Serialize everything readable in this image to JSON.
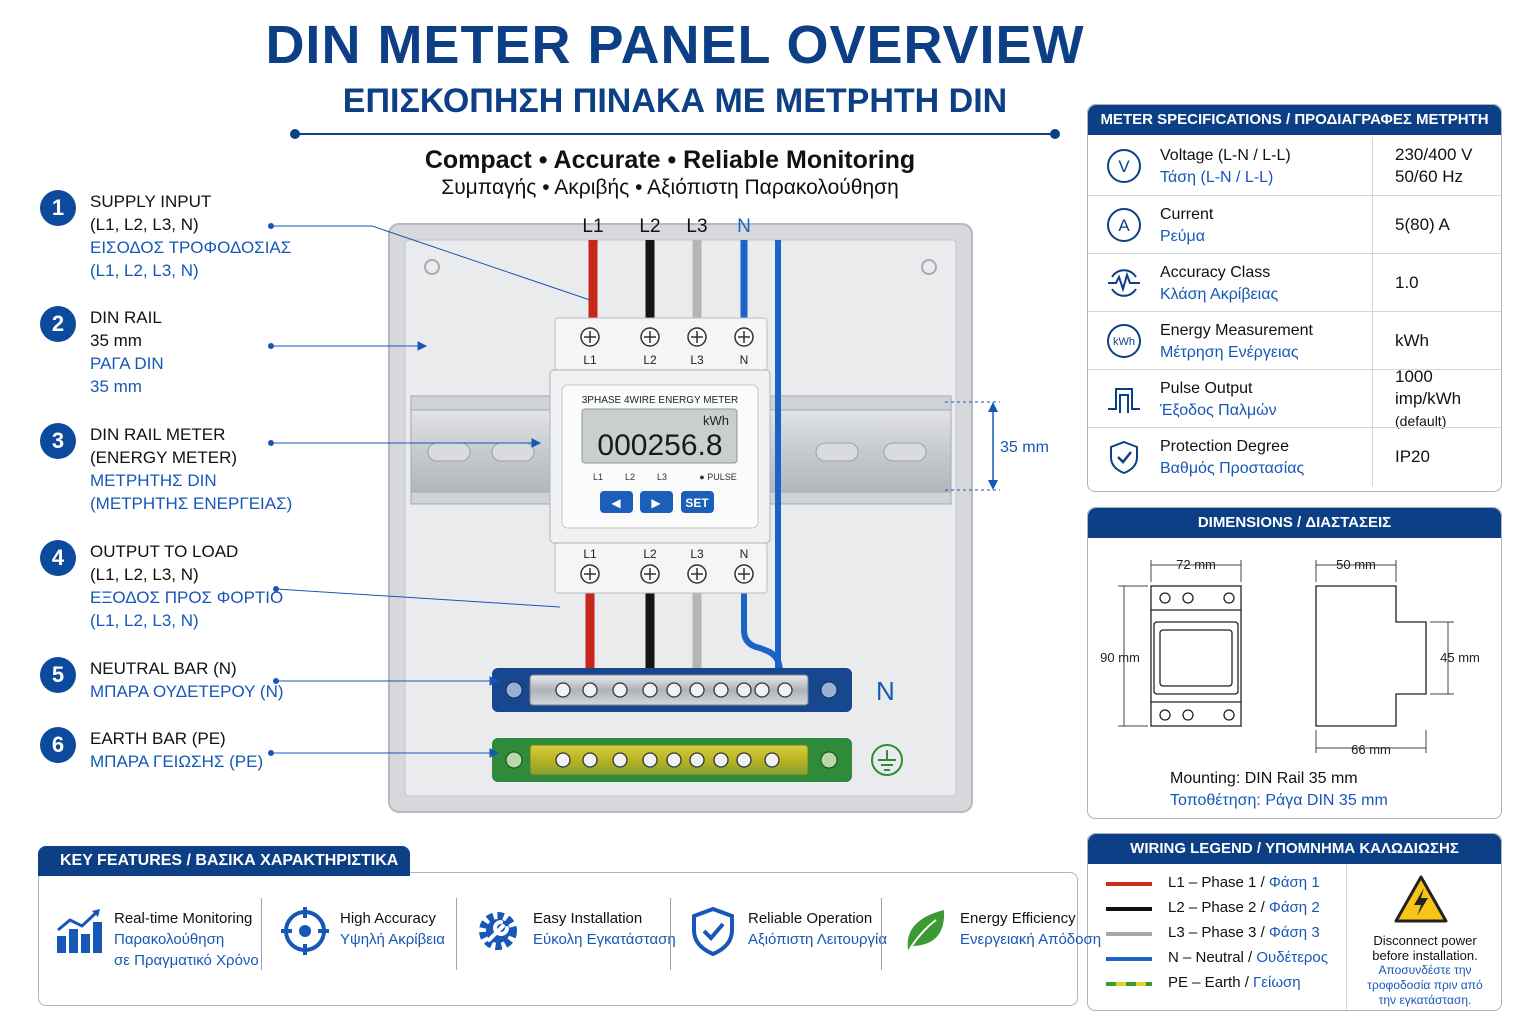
{
  "title": "DIN METER PANEL OVERVIEW",
  "subtitle": "ΕΠΙΣΚΟΠΗΣΗ ΠΙΝΑΚΑ ΜΕ ΜΕΤΡΗΤΗ DIN",
  "tagline": "Compact • Accurate • Reliable Monitoring",
  "tagline_gr": "Συμπαγής • Ακριβής • Αξιόπιστη Παρακολούθηση",
  "callouts": [
    {
      "num": "1",
      "en1": "SUPPLY INPUT",
      "en2": "(L1, L2, L3, N)",
      "gr1": "ΕΙΣΟΔΟΣ ΤΡΟΦΟΔΟΣΙΑΣ",
      "gr2": "(L1, L2, L3, N)"
    },
    {
      "num": "2",
      "en1": "DIN RAIL",
      "en2": "35 mm",
      "gr1": "ΡΑΓΑ DIN",
      "gr2": "35 mm"
    },
    {
      "num": "3",
      "en1": "DIN RAIL METER",
      "en2": "(ENERGY METER)",
      "gr1": "ΜΕΤΡΗΤΗΣ DIN",
      "gr2": "(ΜΕΤΡΗΤΗΣ ΕΝΕΡΓΕΙΑΣ)"
    },
    {
      "num": "4",
      "en1": "OUTPUT TO LOAD",
      "en2": "(L1, L2, L3, N)",
      "gr1": "ΕΞΟΔΟΣ ΠΡΟΣ ΦΟΡΤΙΟ",
      "gr2": "(L1, L2, L3, N)"
    },
    {
      "num": "5",
      "en1": "NEUTRAL BAR (N)",
      "gr1": "ΜΠΑΡΑ ΟΥΔΕΤΕΡΟΥ (N)"
    },
    {
      "num": "6",
      "en1": "EARTH BAR (PE)",
      "gr1": "ΜΠΑΡΑ ΓΕΙΩΣΗΣ (PE)"
    }
  ],
  "panel": {
    "wire_labels": [
      "L1",
      "L2",
      "L3",
      "N"
    ],
    "terminal_labels": [
      "L1",
      "L2",
      "L3",
      "N"
    ],
    "meter_title": "3PHASE 4WIRE ENERGY METER",
    "meter_unit": "kWh",
    "meter_reading": "000256.8",
    "meter_indicators": [
      "L1",
      "L2",
      "L3",
      "● PULSE"
    ],
    "btn_left": "◀",
    "btn_right": "▶",
    "btn_set": "SET",
    "rail_dim": "35 mm",
    "neutral_mark": "N"
  },
  "specs": {
    "header": "METER SPECIFICATIONS / ΠΡΟΔΙΑΓΡΑΦΕΣ ΜΕΤΡΗΤΗ",
    "rows": [
      {
        "icon": "voltage-icon",
        "en": "Voltage (L-N / L-L)",
        "gr": "Τάση (L-N / L-L)",
        "val1": "230/400 V",
        "val2": "50/60 Hz"
      },
      {
        "icon": "current-icon",
        "en": "Current",
        "gr": "Ρεύμα",
        "val1": "5(80) A",
        "val2": ""
      },
      {
        "icon": "accuracy-icon",
        "en": "Accuracy Class",
        "gr": "Κλάση Ακρίβειας",
        "val1": "1.0",
        "val2": ""
      },
      {
        "icon": "kwh-icon",
        "en": "Energy Measurement",
        "gr": "Μέτρηση Ενέργειας",
        "val1": "kWh",
        "val2": ""
      },
      {
        "icon": "pulse-icon",
        "en": "Pulse Output",
        "gr": "Έξοδος Παλμών",
        "val1": "1000 imp/kWh",
        "val2": "(default)"
      },
      {
        "icon": "shield-icon",
        "en": "Protection Degree",
        "gr": "Βαθμός Προστασίας",
        "val1": "IP20",
        "val2": ""
      }
    ]
  },
  "dimensions": {
    "header": "DIMENSIONS / ΔΙΑΣΤΑΣΕΙΣ",
    "width_front": "72 mm",
    "height": "90 mm",
    "depth_top": "50 mm",
    "depth_mid": "45 mm",
    "depth_total": "66 mm",
    "mounting_en": "Mounting: DIN Rail 35 mm",
    "mounting_gr": "Τοποθέτηση: Ράγα DIN 35 mm"
  },
  "legend": {
    "header": "WIRING LEGEND / ΥΠΟΜΝΗΜΑ ΚΑΛΩΔΙΩΣΗΣ",
    "items": [
      {
        "en": "L1 – Phase 1 / ",
        "gr": "Φάση 1",
        "color": "#d62a1e"
      },
      {
        "en": "L2 – Phase 2 / ",
        "gr": "Φάση 2",
        "color": "#111111"
      },
      {
        "en": "L3 – Phase 3 / ",
        "gr": "Φάση 3",
        "color": "#a8a8a8"
      },
      {
        "en": "N – Neutral / ",
        "gr": "Ουδέτερος",
        "color": "#1b63c6"
      },
      {
        "en": "PE – Earth / ",
        "gr": "Γείωση",
        "color": "#3a9a2e"
      }
    ],
    "warn_en1": "Disconnect power",
    "warn_en2": "before installation.",
    "warn_gr1": "Αποσυνδέστε την",
    "warn_gr2": "τροφοδοσία πριν από",
    "warn_gr3": "την εγκατάσταση."
  },
  "features": {
    "header": "KEY FEATURES / ΒΑΣΙΚΑ ΧΑΡΑΚΤΗΡΙΣΤΙΚΑ",
    "items": [
      {
        "icon": "chart-icon",
        "en": "Real-time Monitoring",
        "gr1": "Παρακολούθηση",
        "gr2": "σε Πραγματικό Χρόνο"
      },
      {
        "icon": "target-icon",
        "en": "High Accuracy",
        "gr1": "Υψηλή Ακρίβεια",
        "gr2": ""
      },
      {
        "icon": "gear-wrench-icon",
        "en": "Easy Installation",
        "gr1": "Εύκολη Εγκατάσταση",
        "gr2": ""
      },
      {
        "icon": "shield-check-icon",
        "en": "Reliable Operation",
        "gr1": "Αξιόπιστη Λειτουργία",
        "gr2": ""
      },
      {
        "icon": "leaf-icon",
        "en": "Energy Efficiency",
        "gr1": "Ενεργειακή Απόδοση",
        "gr2": ""
      }
    ]
  }
}
